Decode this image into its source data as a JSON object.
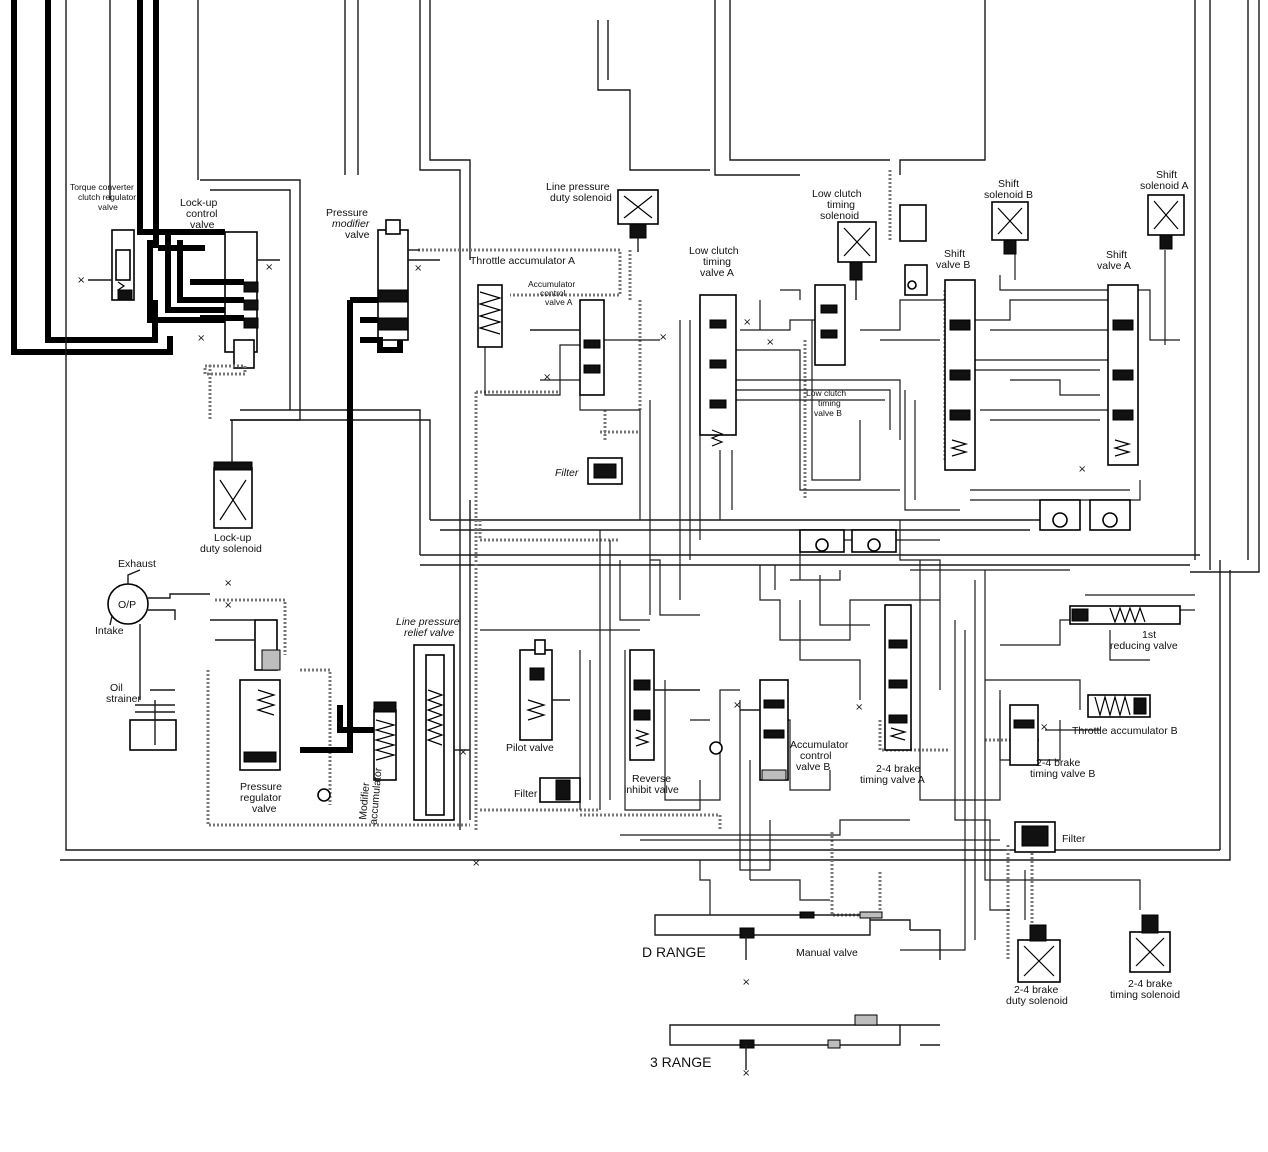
{
  "labels": {
    "torque_converter_clutch_regulator_valve": [
      "Torque converter",
      "clutch regulator",
      "valve"
    ],
    "lock_up_control_valve": [
      "Lock-up",
      "control",
      "valve"
    ],
    "pressure_modifier_valve": [
      "Pressure",
      "modifier",
      "valve"
    ],
    "line_pressure_duty_solenoid": [
      "Line pressure",
      "duty solenoid"
    ],
    "throttle_accumulator_a": "Throttle accumulator A",
    "accumulator_control_valve_a": [
      "Accumulator",
      "control",
      "valve A"
    ],
    "low_clutch_timing_valve_a": [
      "Low clutch",
      "timing",
      "valve A"
    ],
    "low_clutch_timing_solenoid": [
      "Low clutch",
      "timing",
      "solenoid"
    ],
    "low_clutch_timing_valve_b": [
      "Low clutch",
      "timing",
      "valve B"
    ],
    "shift_solenoid_b": [
      "Shift",
      "solenoid B"
    ],
    "shift_solenoid_a": [
      "Shift",
      "solenoid A"
    ],
    "shift_valve_b": [
      "Shift",
      "valve B"
    ],
    "shift_valve_a": [
      "Shift",
      "valve A"
    ],
    "filter_upper": "Filter",
    "lock_up_duty_solenoid": [
      "Lock-up",
      "duty solenoid"
    ],
    "exhaust": "Exhaust",
    "op": "O/P",
    "intake": "Intake",
    "oil_strainer": [
      "Oil",
      "strainer"
    ],
    "line_pressure_relief_valve": [
      "Line pressure",
      "relief valve"
    ],
    "pressure_regulator_valve": [
      "Pressure",
      "regulator",
      "valve"
    ],
    "modifier_accumulator": [
      "Modifier",
      "accumulator"
    ],
    "pilot_valve": "Pilot valve",
    "filter_pilot": "Filter",
    "reverse_inhibit_valve": [
      "Reverse",
      "inhibit valve"
    ],
    "accumulator_control_valve_b": [
      "Accumulator",
      "control",
      "valve B"
    ],
    "brake_2_4_timing_valve_a": [
      "2-4 brake",
      "timing valve A"
    ],
    "first_reducing_valve": [
      "1st",
      "reducing valve"
    ],
    "throttle_accumulator_b": "Throttle accumulator B",
    "brake_2_4_timing_valve_b": [
      "2-4 brake",
      "timing valve B"
    ],
    "filter_lower": "Filter",
    "d_range": "D RANGE",
    "manual_valve": "Manual valve",
    "brake_2_4_duty_solenoid": [
      "2-4 brake",
      "duty solenoid"
    ],
    "brake_2_4_timing_solenoid": [
      "2-4 brake",
      "timing solenoid"
    ],
    "three_range": "3 RANGE"
  },
  "colors": {
    "line": "#1a1a1a",
    "line_pressure_path": "#000000",
    "hatched_path": "#777777",
    "background": "#ffffff"
  }
}
